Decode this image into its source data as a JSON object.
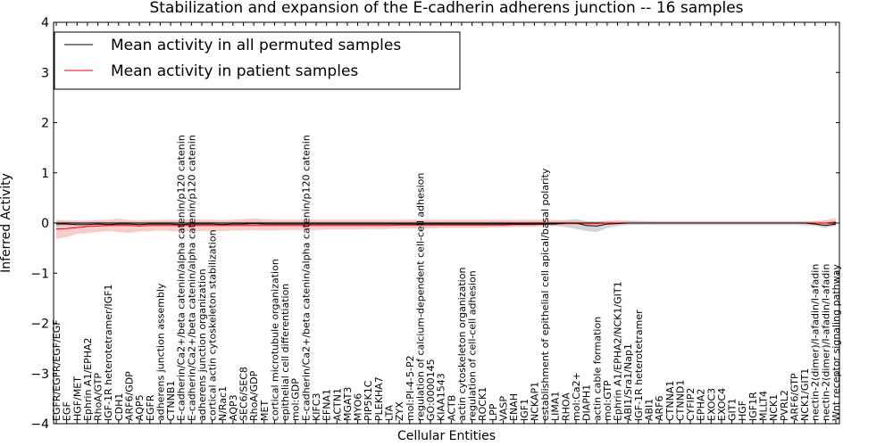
{
  "chart_data": {
    "type": "line",
    "title": "Stabilization and expansion of the E-cadherin adherens junction -- 16 samples",
    "xlabel": "Cellular Entities",
    "ylabel": "Inferred Activity",
    "ylim": [
      -4,
      4
    ],
    "yticks": [
      -4,
      -3,
      -2,
      -1,
      0,
      1,
      2,
      3,
      4
    ],
    "grid": false,
    "legend_position": "top-left",
    "zero_line": true,
    "categories": [
      "EGFR/EGFR/EGF/EGF",
      "EGF",
      "HGF/MET",
      "Ephrin A1/EPHA2",
      "RhoA/GTP",
      "IGF-1R heterotetramer/IGF1",
      "CDH1",
      "ARF6/GDP",
      "AQP5",
      "EGFR",
      "adherens junction assembly",
      "CTNNB1",
      "E-cadherin/Ca2+/beta catenin/alpha catenin/p120 catenin",
      "E-cadherin/Ca2+/beta catenin/alpha catenin/p120 catenin",
      "adherens junction organization",
      "cortical actin cytoskeleton stabilization",
      "N/Rac1",
      "AQP3",
      "SEC6/SEC8",
      "RhoA/GDP",
      "MET",
      "cortical microtubule organization",
      "epithelial cell differentiation",
      "mol:GDP",
      "E-cadherin/Ca2+/beta catenin/alpha catenin/p120 catenin",
      "KIFC3",
      "EFNA1",
      "ACTN1",
      "MGAT3",
      "MYO6",
      "PIP5K1C",
      "PLEKHA7",
      "LTA",
      "ZYX",
      "mol:PI-4-5-P2",
      "regulation of calcium-dependent cell-cell adhesion",
      "GO:0000145",
      "KIAA1543",
      "ACTB",
      "actin cytoskeleton organization",
      "regulation of cell-cell adhesion",
      "ROCK1",
      "LPP",
      "VASP",
      "ENAH",
      "IGF1",
      "NCKAP1",
      "establishment of epithelial cell apical/basal polarity",
      "LIMA1",
      "RHOA",
      "mol:Ca2+",
      "DIAPH1",
      "actin cable formation",
      "mol:GTP",
      "Ephrin A1/EPHA2/NCK1/GIT1",
      "ABI1/Sra1/Nap1",
      "IGF-1R heterotetramer",
      "ABI1",
      "ARF6",
      "CTNNA1",
      "CTNND1",
      "CYFIP2",
      "EPHA2",
      "EXOC3",
      "EXOC4",
      "GIT1",
      "HGF",
      "IGF1R",
      "MLLT4",
      "NCK1",
      "PVRL2",
      "ARF6/GTP",
      "NCK1/GIT1",
      "nectin-2(dimer)/I-afadin/I-afadin",
      "nectin-2(dimer)/I-afadin/I-afadin",
      "Wnt receptor signaling pathway"
    ],
    "series": [
      {
        "name": "Mean activity in all permuted samples",
        "color": "#000000",
        "values": [
          -0.02,
          -0.02,
          -0.03,
          -0.03,
          -0.02,
          -0.03,
          -0.02,
          -0.02,
          -0.03,
          -0.02,
          -0.02,
          -0.02,
          -0.03,
          -0.02,
          -0.02,
          -0.02,
          -0.03,
          -0.02,
          -0.02,
          -0.01,
          -0.02,
          -0.02,
          -0.02,
          -0.02,
          -0.02,
          -0.02,
          -0.02,
          -0.02,
          -0.02,
          -0.02,
          -0.02,
          -0.02,
          -0.02,
          -0.02,
          -0.02,
          -0.02,
          -0.02,
          -0.02,
          -0.02,
          -0.02,
          -0.02,
          -0.02,
          -0.02,
          -0.02,
          -0.02,
          -0.02,
          -0.02,
          -0.02,
          -0.02,
          0.0,
          0.0,
          -0.05,
          -0.06,
          -0.02,
          -0.01,
          0.0,
          0.0,
          0.0,
          0.0,
          0.0,
          0.0,
          0.0,
          0.0,
          0.0,
          0.0,
          0.0,
          0.0,
          0.0,
          0.0,
          0.0,
          0.0,
          0.0,
          0.0,
          -0.02,
          -0.05,
          -0.02
        ],
        "band": {
          "color": "#b0b0b0",
          "lower": [
            -0.08,
            -0.06,
            -0.07,
            -0.07,
            -0.06,
            -0.07,
            -0.06,
            -0.06,
            -0.07,
            -0.06,
            -0.06,
            -0.06,
            -0.07,
            -0.06,
            -0.06,
            -0.06,
            -0.07,
            -0.06,
            -0.06,
            -0.05,
            -0.06,
            -0.06,
            -0.06,
            -0.06,
            -0.06,
            -0.06,
            -0.06,
            -0.06,
            -0.06,
            -0.06,
            -0.06,
            -0.06,
            -0.06,
            -0.06,
            -0.06,
            -0.06,
            -0.06,
            -0.06,
            -0.06,
            -0.06,
            -0.06,
            -0.06,
            -0.06,
            -0.06,
            -0.06,
            -0.06,
            -0.06,
            -0.06,
            -0.06,
            -0.08,
            -0.12,
            -0.16,
            -0.18,
            -0.1,
            -0.06,
            -0.04,
            -0.04,
            -0.04,
            -0.04,
            -0.04,
            -0.04,
            -0.04,
            -0.04,
            -0.04,
            -0.04,
            -0.04,
            -0.04,
            -0.04,
            -0.04,
            -0.04,
            -0.04,
            -0.04,
            -0.05,
            -0.06,
            -0.1,
            -0.06
          ],
          "upper": [
            0.04,
            0.03,
            0.02,
            0.02,
            0.03,
            0.02,
            0.03,
            0.03,
            0.02,
            0.03,
            0.03,
            0.03,
            0.02,
            0.03,
            0.03,
            0.03,
            0.02,
            0.03,
            0.03,
            0.04,
            0.03,
            0.03,
            0.03,
            0.03,
            0.03,
            0.03,
            0.03,
            0.03,
            0.03,
            0.03,
            0.03,
            0.03,
            0.03,
            0.03,
            0.03,
            0.03,
            0.03,
            0.03,
            0.03,
            0.03,
            0.03,
            0.03,
            0.03,
            0.03,
            0.03,
            0.03,
            0.03,
            0.03,
            0.04,
            0.06,
            0.08,
            0.04,
            0.03,
            0.04,
            0.04,
            0.04,
            0.04,
            0.04,
            0.04,
            0.04,
            0.04,
            0.04,
            0.04,
            0.04,
            0.04,
            0.04,
            0.04,
            0.04,
            0.04,
            0.04,
            0.04,
            0.04,
            0.04,
            0.03,
            0.02,
            0.04
          ]
        }
      },
      {
        "name": "Mean activity in patient samples",
        "color": "#ff0000",
        "values": [
          -0.12,
          -0.11,
          -0.09,
          -0.07,
          -0.06,
          -0.05,
          -0.05,
          -0.05,
          -0.06,
          -0.05,
          -0.05,
          -0.05,
          -0.05,
          -0.05,
          -0.05,
          -0.05,
          -0.05,
          -0.05,
          -0.05,
          -0.05,
          -0.05,
          -0.05,
          -0.05,
          -0.05,
          -0.05,
          -0.05,
          -0.05,
          -0.05,
          -0.05,
          -0.05,
          -0.05,
          -0.05,
          -0.05,
          -0.04,
          -0.04,
          -0.04,
          -0.04,
          -0.04,
          -0.04,
          -0.04,
          -0.04,
          -0.04,
          -0.04,
          -0.04,
          -0.03,
          -0.03,
          -0.03,
          -0.02,
          -0.02,
          -0.01,
          -0.01,
          -0.01,
          -0.01,
          0.0,
          0.0,
          0.0,
          0.0,
          0.0,
          0.0,
          0.0,
          0.0,
          0.0,
          0.0,
          0.0,
          0.0,
          0.0,
          0.0,
          0.0,
          0.0,
          0.0,
          0.0,
          0.0,
          0.0,
          0.0,
          0.0,
          0.02
        ],
        "band": {
          "color": "#f4a3a3",
          "lower": [
            -0.32,
            -0.28,
            -0.22,
            -0.2,
            -0.18,
            -0.16,
            -0.18,
            -0.2,
            -0.17,
            -0.16,
            -0.15,
            -0.16,
            -0.17,
            -0.16,
            -0.16,
            -0.16,
            -0.16,
            -0.15,
            -0.15,
            -0.14,
            -0.15,
            -0.15,
            -0.14,
            -0.14,
            -0.14,
            -0.14,
            -0.13,
            -0.13,
            -0.13,
            -0.13,
            -0.12,
            -0.12,
            -0.12,
            -0.11,
            -0.11,
            -0.11,
            -0.11,
            -0.1,
            -0.1,
            -0.1,
            -0.1,
            -0.1,
            -0.09,
            -0.09,
            -0.08,
            -0.08,
            -0.08,
            -0.06,
            -0.05,
            -0.04,
            -0.03,
            -0.03,
            -0.03,
            -0.02,
            -0.02,
            -0.02,
            -0.02,
            -0.02,
            -0.02,
            -0.02,
            -0.02,
            -0.02,
            -0.02,
            -0.02,
            -0.02,
            -0.02,
            -0.02,
            -0.02,
            -0.02,
            -0.02,
            -0.02,
            -0.02,
            -0.02,
            -0.03,
            -0.04,
            -0.06
          ],
          "upper": [
            0.06,
            0.06,
            0.05,
            0.05,
            0.06,
            0.07,
            0.09,
            0.06,
            0.05,
            0.06,
            0.06,
            0.07,
            0.06,
            0.07,
            0.07,
            0.07,
            0.06,
            0.07,
            0.08,
            0.09,
            0.08,
            0.07,
            0.07,
            0.07,
            0.07,
            0.07,
            0.07,
            0.07,
            0.07,
            0.07,
            0.07,
            0.07,
            0.07,
            0.07,
            0.07,
            0.07,
            0.07,
            0.07,
            0.07,
            0.07,
            0.07,
            0.07,
            0.07,
            0.07,
            0.07,
            0.07,
            0.07,
            0.07,
            0.06,
            0.05,
            0.04,
            0.03,
            0.03,
            0.04,
            0.05,
            0.05,
            0.04,
            0.03,
            0.02,
            0.02,
            0.02,
            0.02,
            0.02,
            0.02,
            0.02,
            0.02,
            0.02,
            0.02,
            0.02,
            0.02,
            0.02,
            0.02,
            0.02,
            0.04,
            0.06,
            0.1
          ]
        }
      }
    ]
  }
}
